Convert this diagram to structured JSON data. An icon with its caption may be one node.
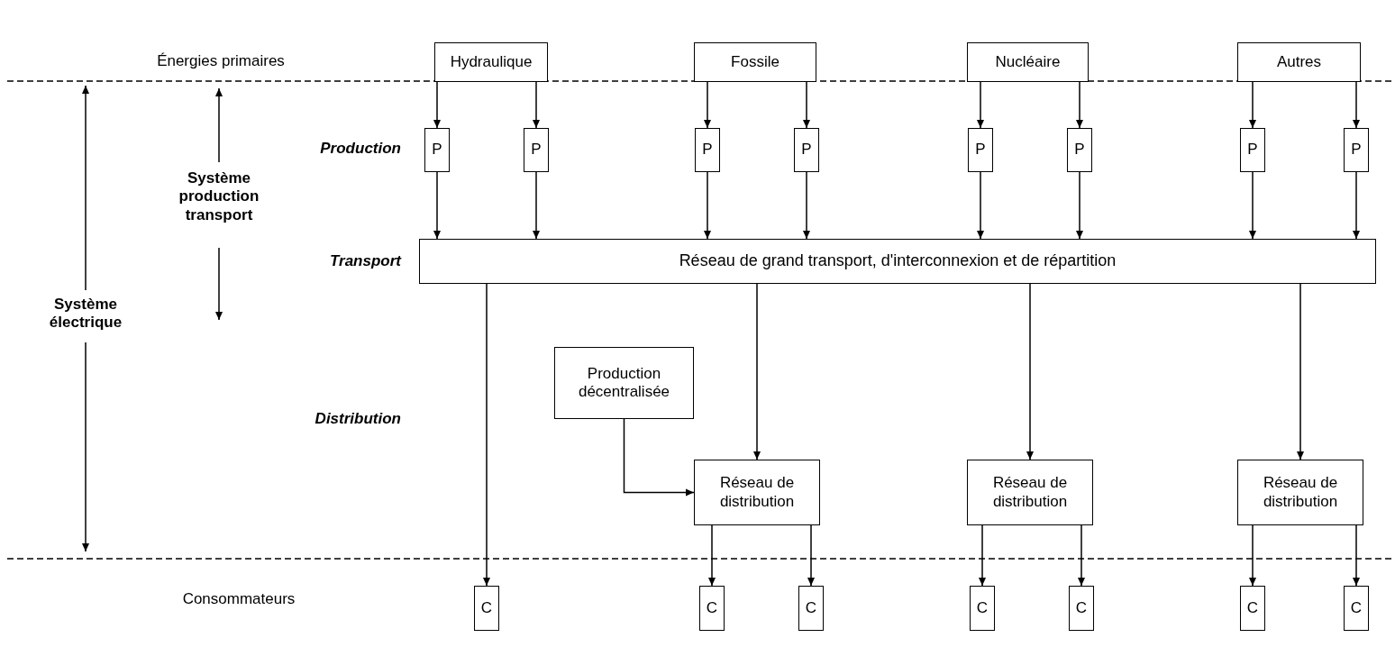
{
  "diagram": {
    "nodes": [
      {
        "text": [
          "Hydraulique"
        ]
      },
      {
        "text": [
          "Fossile"
        ]
      },
      {
        "text": [
          "Nucléaire"
        ]
      },
      {
        "text": [
          "Autres"
        ]
      },
      {
        "text": [
          "P"
        ]
      },
      {
        "text": [
          "P"
        ]
      },
      {
        "text": [
          "P"
        ]
      },
      {
        "text": [
          "P"
        ]
      },
      {
        "text": [
          "P"
        ]
      },
      {
        "text": [
          "P"
        ]
      },
      {
        "text": [
          "P"
        ]
      },
      {
        "text": [
          "P"
        ]
      },
      {
        "text": [
          "Réseau de grand transport, d'interconnexion et de répartition"
        ]
      },
      {
        "text": [
          "Production décentralisée"
        ]
      },
      {
        "text": [
          "Réseau de distribution"
        ]
      },
      {
        "text": [
          "Réseau de distribution"
        ]
      },
      {
        "text": [
          "Réseau de distribution"
        ]
      },
      {
        "text": [
          "C"
        ]
      },
      {
        "text": [
          "C"
        ]
      },
      {
        "text": [
          "C"
        ]
      },
      {
        "text": [
          "C"
        ]
      },
      {
        "text": [
          "C"
        ]
      },
      {
        "text": [
          "C"
        ]
      },
      {
        "text": [
          "C"
        ]
      }
    ],
    "edges": [
      {
        "from": 0,
        "to": 4,
        "arrow": "to"
      },
      {
        "from": 0,
        "to": 5,
        "arrow": "to"
      },
      {
        "from": 1,
        "to": 6,
        "arrow": "to"
      },
      {
        "from": 1,
        "to": 7,
        "arrow": "to"
      },
      {
        "from": 2,
        "to": 8,
        "arrow": "to"
      },
      {
        "from": 2,
        "to": 9,
        "arrow": "to"
      },
      {
        "from": 3,
        "to": 10,
        "arrow": "to"
      },
      {
        "from": 3,
        "to": 11,
        "arrow": "to"
      },
      {
        "from": 4,
        "to": 12,
        "arrow": "to"
      },
      {
        "from": 5,
        "to": 12,
        "arrow": "to"
      },
      {
        "from": 6,
        "to": 12,
        "arrow": "to"
      },
      {
        "from": 7,
        "to": 12,
        "arrow": "to"
      },
      {
        "from": 8,
        "to": 12,
        "arrow": "to"
      },
      {
        "from": 9,
        "to": 12,
        "arrow": "to"
      },
      {
        "from": 10,
        "to": 12,
        "arrow": "to"
      },
      {
        "from": 11,
        "to": 12,
        "arrow": "to"
      },
      {
        "from": 12,
        "to": 17,
        "arrow": "to"
      },
      {
        "from": 12,
        "to": 14,
        "arrow": "to"
      },
      {
        "from": 12,
        "to": 15,
        "arrow": "to"
      },
      {
        "from": 12,
        "to": 16,
        "arrow": "to"
      },
      {
        "from": 13,
        "to": 14,
        "arrow": "to"
      },
      {
        "from": 14,
        "to": 18,
        "arrow": "to"
      },
      {
        "from": 14,
        "to": 19,
        "arrow": "to"
      },
      {
        "from": 15,
        "to": 20,
        "arrow": "to"
      },
      {
        "from": 15,
        "to": 21,
        "arrow": "to"
      },
      {
        "from": 16,
        "to": 22,
        "arrow": "to"
      },
      {
        "from": 16,
        "to": 23,
        "arrow": "to"
      }
    ],
    "labels": [
      "Énergies primaires",
      "Production",
      "Système production transport",
      "Transport",
      "Système électrique",
      "Distribution",
      "Consommateurs"
    ]
  }
}
